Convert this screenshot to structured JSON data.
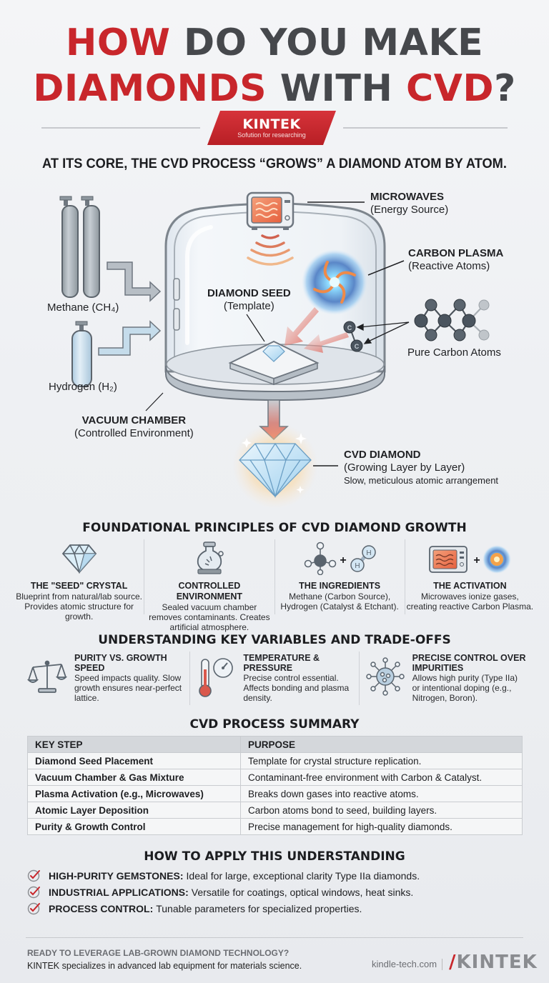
{
  "title": {
    "line1": [
      {
        "text": "HOW ",
        "color": "red"
      },
      {
        "text": "DO YOU MAKE",
        "color": "dark"
      }
    ],
    "line2": [
      {
        "text": "DIAMONDS ",
        "color": "red"
      },
      {
        "text": "WITH ",
        "color": "dark"
      },
      {
        "text": "CVD",
        "color": "red"
      },
      {
        "text": "?",
        "color": "dark"
      }
    ],
    "line1_a": "HOW ",
    "line1_b": "DO YOU MAKE",
    "line2_a": "DIAMONDS ",
    "line2_b": "WITH ",
    "line2_c": "CVD",
    "line2_d": "?"
  },
  "brand": {
    "name": "KINTEK",
    "tagline": "Sofution for researching"
  },
  "subtitle": "AT ITS CORE, THE CVD PROCESS “GROWS” A DIAMOND ATOM BY ATOM.",
  "diagram": {
    "microwaves": {
      "title": "MICROWAVES",
      "note": "(Energy Source)"
    },
    "carbon_plasma": {
      "title": "CARBON PLASMA",
      "note": "(Reactive Atoms)"
    },
    "diamond_seed": {
      "title": "DIAMOND SEED",
      "note": "(Template)"
    },
    "methane": "Methane (CH₄)",
    "hydrogen": "Hydrogen (H₂)",
    "pure_carbon": "Pure Carbon Atoms",
    "vacuum_chamber": {
      "title": "VACUUM CHAMBER",
      "note": "(Controlled Environment)"
    },
    "cvd_diamond": {
      "title": "CVD DIAMOND",
      "note": "(Growing Layer by Layer)",
      "detail": "Slow, meticulous atomic arrangement"
    },
    "atom_symbol": "C"
  },
  "principles": {
    "heading": "FOUNDATIONAL PRINCIPLES OF CVD DIAMOND GROWTH",
    "items": [
      {
        "icon": "diamond-icon",
        "title": "THE \"SEED\" CRYSTAL",
        "desc": "Blueprint from natural/lab source. Provides atomic structure for growth."
      },
      {
        "icon": "flask-icon",
        "title": "CONTROLLED ENVIRONMENT",
        "desc": "Sealed vacuum chamber removes contaminants. Creates artificial atmosphere."
      },
      {
        "icon": "molecule-icon",
        "title": "THE INGREDIENTS",
        "desc": "Methane (Carbon Source), Hydrogen (Catalyst & Etchant)."
      },
      {
        "icon": "microwave-plasma-icon",
        "title": "THE ACTIVATION",
        "desc": "Microwaves ionize gases, creating reactive Carbon Plasma."
      }
    ],
    "plus": "+",
    "h_label": "H"
  },
  "variables": {
    "heading": "UNDERSTANDING KEY VARIABLES AND TRADE-OFFS",
    "items": [
      {
        "icon": "scale-icon",
        "title": "PURITY VS. GROWTH SPEED",
        "desc": "Speed impacts quality. Slow growth ensures near-perfect lattice."
      },
      {
        "icon": "thermometer-gauge-icon",
        "title": "TEMPERATURE & PRESSURE",
        "desc": "Precise control essential. Affects bonding and plasma density."
      },
      {
        "icon": "impurity-icon",
        "title": "PRECISE CONTROL OVER IMPURITIES",
        "desc": "Allows high purity (Type IIa) or intentional doping (e.g., Nitrogen, Boron)."
      }
    ]
  },
  "summary": {
    "heading": "CVD PROCESS SUMMARY",
    "columns": [
      "KEY STEP",
      "PURPOSE"
    ],
    "rows": [
      [
        "Diamond Seed Placement",
        "Template for crystal structure replication."
      ],
      [
        "Vacuum Chamber & Gas Mixture",
        "Contaminant-free environment with Carbon & Catalyst."
      ],
      [
        "Plasma Activation (e.g., Microwaves)",
        "Breaks down gases into reactive atoms."
      ],
      [
        "Atomic Layer Deposition",
        "Carbon atoms bond to seed, building layers."
      ],
      [
        "Purity & Growth Control",
        "Precise management for high-quality diamonds."
      ]
    ]
  },
  "apply": {
    "heading": "HOW TO APPLY THIS UNDERSTANDING",
    "items": [
      {
        "key": "HIGH-PURITY GEMSTONES:",
        "text": "Ideal for large, exceptional clarity Type IIa diamonds."
      },
      {
        "key": "INDUSTRIAL APPLICATIONS:",
        "text": "Versatile for coatings, optical windows, heat sinks."
      },
      {
        "key": "PROCESS CONTROL:",
        "text": "Tunable parameters for specialized properties."
      }
    ]
  },
  "footer": {
    "cta": "READY TO LEVERAGE LAB-GROWN DIAMOND TECHNOLOGY?",
    "desc": "KINTEK specializes in advanced lab equipment for materials science.",
    "site": "kindle-tech.com",
    "logo_slash": "/",
    "logo_text": "KINTEK"
  },
  "colors": {
    "brand_red": "#c8262b",
    "title_dark": "#46484c",
    "background": "#eef0f3",
    "table_header": "#d4d7db",
    "diamond_blue": "#bfe0f2",
    "glow_orange": "#f6b45c"
  }
}
